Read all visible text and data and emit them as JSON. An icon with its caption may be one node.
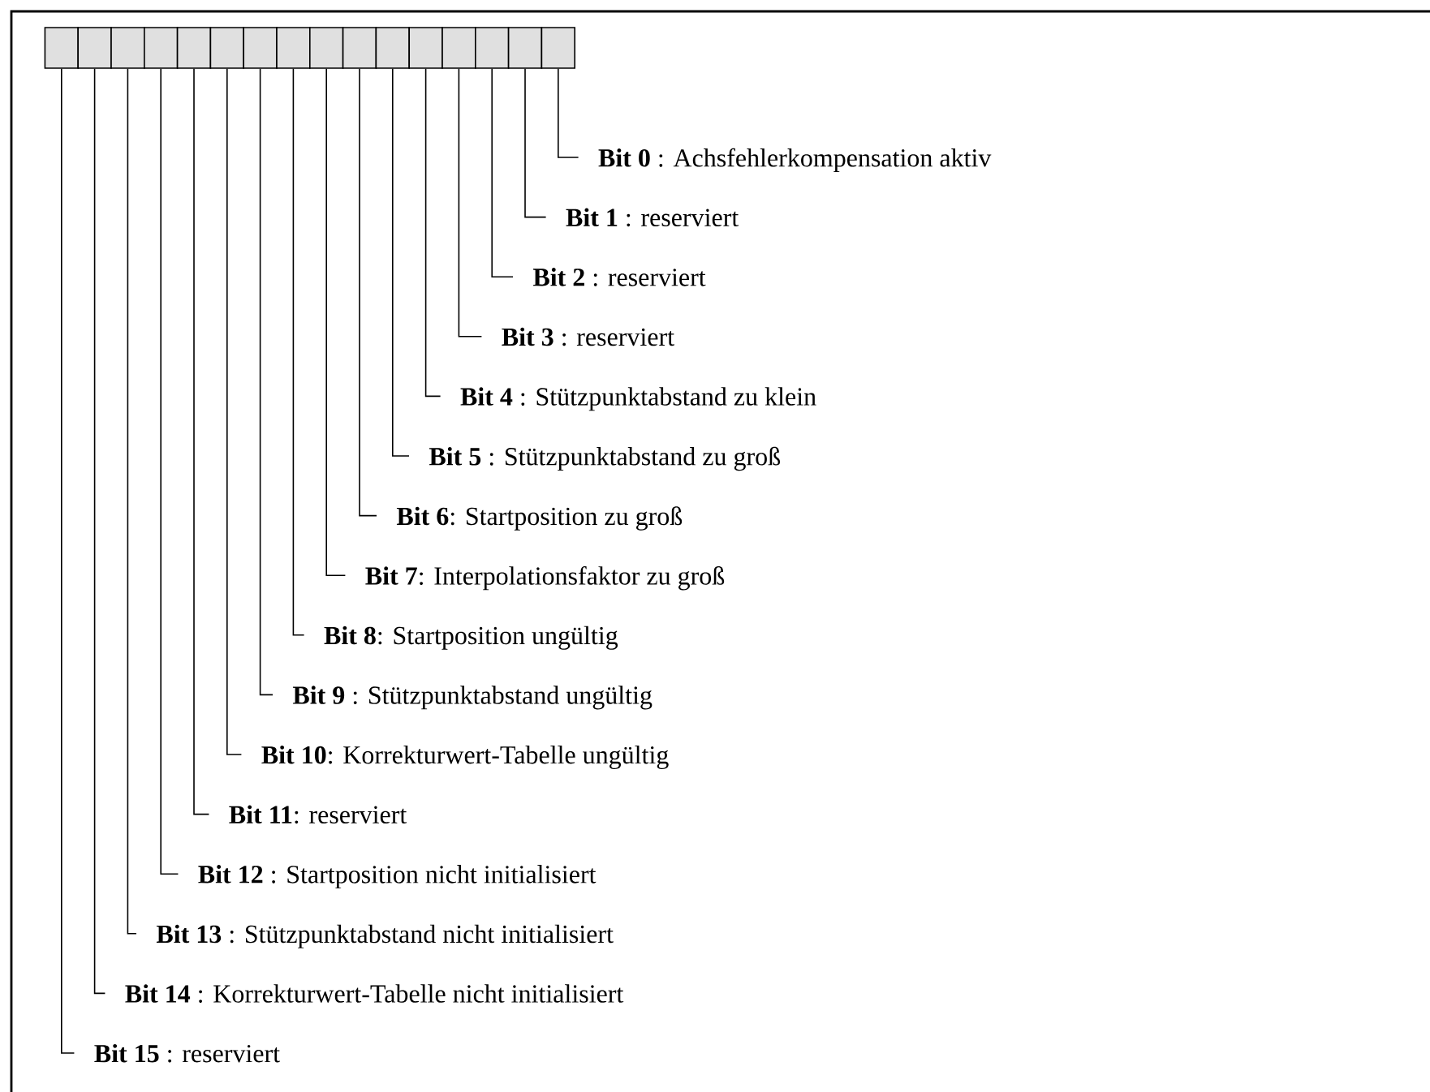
{
  "diagram": {
    "nodes": [
      {
        "text": [],
        "shape": "box"
      },
      {
        "text": [],
        "shape": "box"
      },
      {
        "text": [],
        "shape": "box"
      },
      {
        "text": [],
        "shape": "box"
      },
      {
        "text": [],
        "shape": "box"
      },
      {
        "text": [],
        "shape": "box"
      },
      {
        "text": [],
        "shape": "box"
      },
      {
        "text": [],
        "shape": "box"
      },
      {
        "text": [],
        "shape": "box"
      },
      {
        "text": [],
        "shape": "box"
      },
      {
        "text": [],
        "shape": "box"
      },
      {
        "text": [],
        "shape": "box"
      },
      {
        "text": [],
        "shape": "box"
      },
      {
        "text": [],
        "shape": "box"
      },
      {
        "text": [],
        "shape": "box"
      },
      {
        "text": [],
        "shape": "box"
      },
      {
        "text": [
          "**Bit 0** : Achsfehlerkompensation aktiv"
        ]
      },
      {
        "text": [
          "**Bit 1** : reserviert"
        ]
      },
      {
        "text": [
          "**Bit 2** : reserviert"
        ]
      },
      {
        "text": [
          "**Bit 3** : reserviert"
        ]
      },
      {
        "text": [
          "**Bit 4** : Stützpunktabstand zu klein"
        ]
      },
      {
        "text": [
          "**Bit 5** : Stützpunktabstand zu groß"
        ]
      },
      {
        "text": [
          "**Bit 6**: Startposition zu groß"
        ]
      },
      {
        "text": [
          "**Bit 7**: Interpolationsfaktor zu groß"
        ]
      },
      {
        "text": [
          "**Bit 8**: Startposition ungültig"
        ]
      },
      {
        "text": [
          "**Bit 9** : Stützpunktabstand ungültig"
        ]
      },
      {
        "text": [
          "**Bit 10**: Korrekturwert-Tabelle ungültig"
        ]
      },
      {
        "text": [
          "**Bit 11**: reserviert"
        ]
      },
      {
        "text": [
          "**Bit 12** : Startposition nicht initialisiert"
        ]
      },
      {
        "text": [
          "**Bit 13** : Stützpunktabstand nicht initialisiert"
        ]
      },
      {
        "text": [
          "**Bit 14** : Korrekturwert-Tabelle nicht initialisiert"
        ]
      },
      {
        "text": [
          "**Bit 15** : reserviert"
        ]
      }
    ],
    "edges": [
      {
        "from": 15,
        "to": 16,
        "arrow": "none"
      },
      {
        "from": 14,
        "to": 17,
        "arrow": "none"
      },
      {
        "from": 13,
        "to": 18,
        "arrow": "none"
      },
      {
        "from": 12,
        "to": 19,
        "arrow": "none"
      },
      {
        "from": 11,
        "to": 20,
        "arrow": "none"
      },
      {
        "from": 10,
        "to": 21,
        "arrow": "none"
      },
      {
        "from": 9,
        "to": 22,
        "arrow": "none"
      },
      {
        "from": 8,
        "to": 23,
        "arrow": "none"
      },
      {
        "from": 7,
        "to": 24,
        "arrow": "none"
      },
      {
        "from": 6,
        "to": 25,
        "arrow": "none"
      },
      {
        "from": 5,
        "to": 26,
        "arrow": "none"
      },
      {
        "from": 4,
        "to": 27,
        "arrow": "none"
      },
      {
        "from": 3,
        "to": 28,
        "arrow": "none"
      },
      {
        "from": 2,
        "to": 29,
        "arrow": "none"
      },
      {
        "from": 1,
        "to": 30,
        "arrow": "none"
      },
      {
        "from": 0,
        "to": 31,
        "arrow": "none"
      }
    ]
  }
}
